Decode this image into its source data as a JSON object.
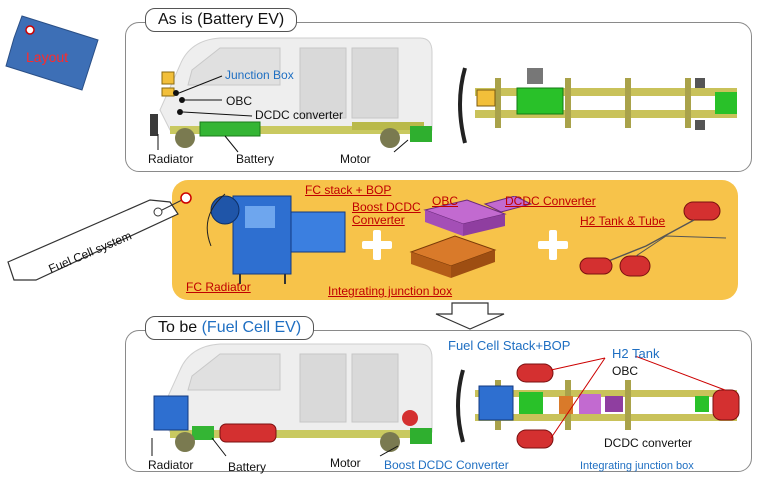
{
  "layout_tag": "Layout",
  "top_panel": {
    "title": "As is (Battery EV)",
    "labels": {
      "junction_box": "Junction Box",
      "obc": "OBC",
      "dcdc": "DCDC converter",
      "radiator": "Radiator",
      "battery": "Battery",
      "motor": "Motor"
    }
  },
  "middle_band": {
    "fuel_cell_tag": "Fuel Cell system",
    "fc_stack": "FC stack + BOP",
    "boost_dcdc": "Boost DCDC",
    "boost_dcdc2": "Converter",
    "fc_radiator": "FC Radiator",
    "obc": "OBC",
    "dcdc_converter": "DCDC Converter",
    "integrating_box": "Integrating junction box",
    "h2_tank": "H2 Tank & Tube"
  },
  "bottom_panel": {
    "title_prefix": "To be ",
    "title_highlight": "(Fuel Cell EV)",
    "labels": {
      "fc_stack": "Fuel Cell Stack+BOP",
      "h2_tank": "H2 Tank",
      "obc": "OBC",
      "dcdc": "DCDC converter",
      "integrating": "Integrating junction box",
      "radiator": "Radiator",
      "battery": "Battery",
      "motor": "Motor",
      "boost": "Boost DCDC Converter"
    }
  },
  "colors": {
    "band": "#f7c34a",
    "blue_label": "#1f6fc2",
    "red_label": "#c00000",
    "tag_blue": "#3d6fb6"
  }
}
